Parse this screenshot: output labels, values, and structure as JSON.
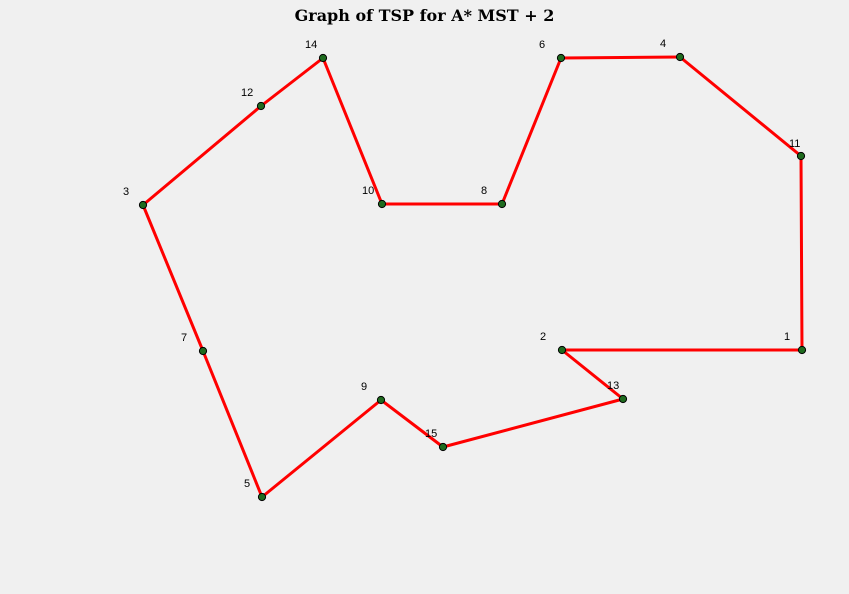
{
  "title": "Graph of TSP for A* MST + 2",
  "colors": {
    "background": "#f0f0f0",
    "edge": "#ff0000",
    "node_fill": "#1f6b1f",
    "node_stroke": "#000000"
  },
  "nodes": [
    {
      "id": "1",
      "label": "1"
    },
    {
      "id": "2",
      "label": "2"
    },
    {
      "id": "3",
      "label": "3"
    },
    {
      "id": "4",
      "label": "4"
    },
    {
      "id": "5",
      "label": "5"
    },
    {
      "id": "6",
      "label": "6"
    },
    {
      "id": "7",
      "label": "7"
    },
    {
      "id": "8",
      "label": "8"
    },
    {
      "id": "9",
      "label": "9"
    },
    {
      "id": "10",
      "label": "10"
    },
    {
      "id": "11",
      "label": "11"
    },
    {
      "id": "12",
      "label": "12"
    },
    {
      "id": "13",
      "label": "13"
    },
    {
      "id": "14",
      "label": "14"
    },
    {
      "id": "15",
      "label": "15"
    }
  ],
  "tour": [
    "1",
    "11",
    "4",
    "6",
    "8",
    "10",
    "14",
    "12",
    "3",
    "7",
    "5",
    "9",
    "15",
    "13",
    "2",
    "1"
  ]
}
